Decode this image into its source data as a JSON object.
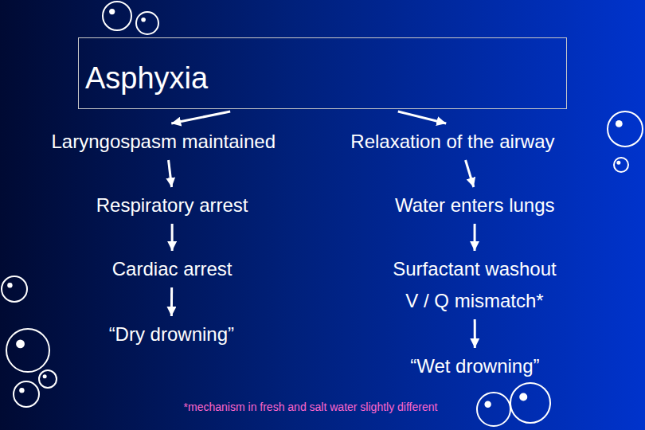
{
  "diagram": {
    "nodes": [
      {
        "text": [
          "Asphyxia"
        ]
      },
      {
        "text": [
          "Laryngospasm maintained"
        ]
      },
      {
        "text": [
          "Relaxation of the airway"
        ]
      },
      {
        "text": [
          "Respiratory arrest"
        ]
      },
      {
        "text": [
          "Water enters lungs"
        ]
      },
      {
        "text": [
          "Cardiac arrest"
        ]
      },
      {
        "text": [
          "Surfactant washout V / Q mismatch*"
        ]
      },
      {
        "text": [
          "“Dry drowning”"
        ]
      },
      {
        "text": [
          "“Wet drowning”"
        ]
      }
    ],
    "edges": [
      {
        "from": 0,
        "to": 1,
        "arrow": "to"
      },
      {
        "from": 0,
        "to": 2,
        "arrow": "to"
      },
      {
        "from": 1,
        "to": 3,
        "arrow": "to"
      },
      {
        "from": 3,
        "to": 5,
        "arrow": "to"
      },
      {
        "from": 5,
        "to": 7,
        "arrow": "to"
      },
      {
        "from": 2,
        "to": 4,
        "arrow": "to"
      },
      {
        "from": 4,
        "to": 6,
        "arrow": "to"
      },
      {
        "from": 6,
        "to": 8,
        "arrow": "to"
      }
    ],
    "labels": [
      "*mechanism in fresh and salt water slightly different"
    ]
  }
}
